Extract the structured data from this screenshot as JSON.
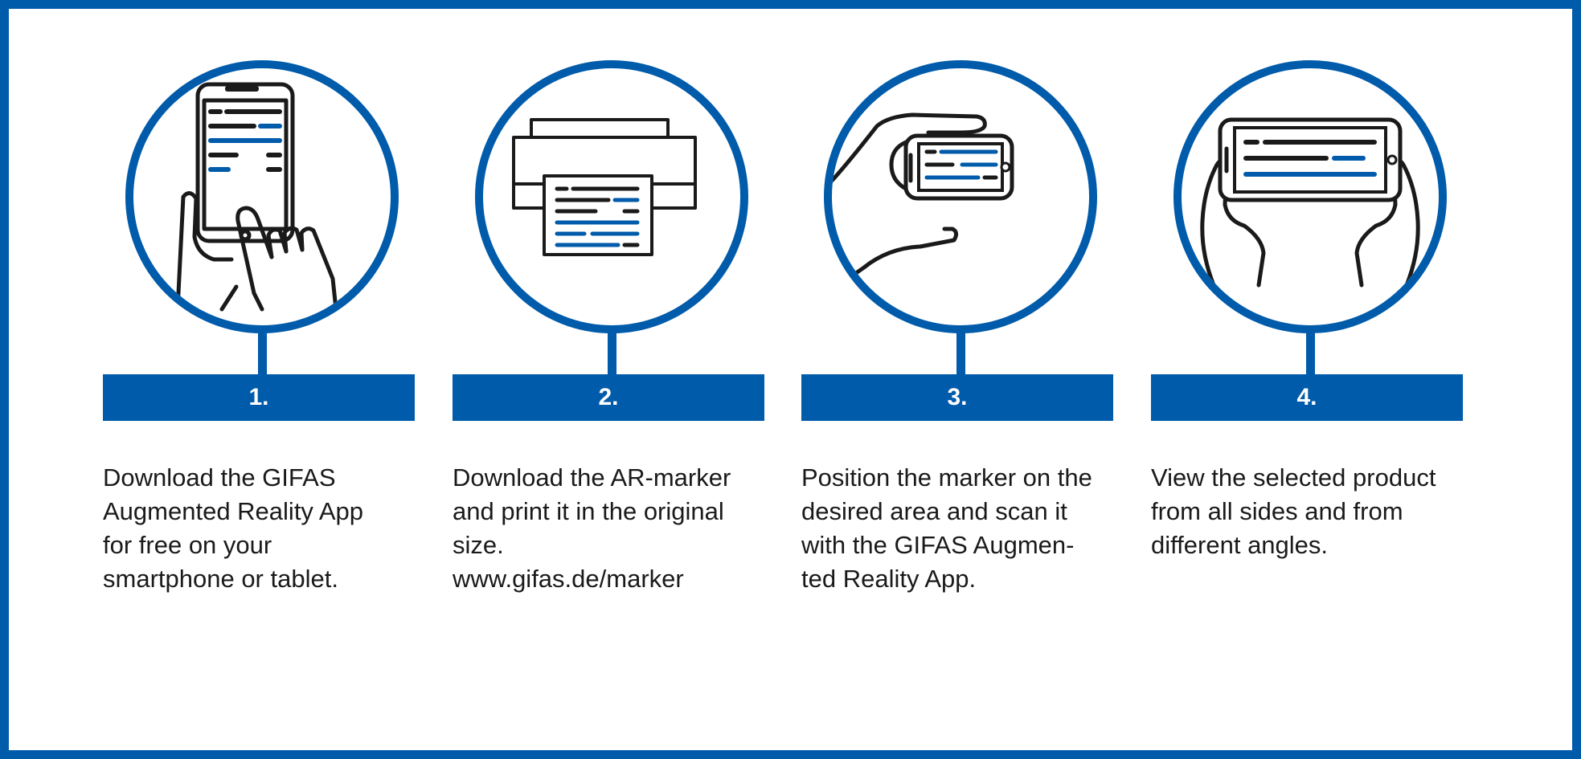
{
  "colors": {
    "accent": "#005baa",
    "ink": "#1a1a1a",
    "background": "#ffffff"
  },
  "steps": [
    {
      "number": "1.",
      "icon": "hand-tapping-smartphone-icon",
      "lines": [
        "Download the GIFAS",
        "Augmented Reality App",
        "for free on your",
        "smartphone or tablet."
      ]
    },
    {
      "number": "2.",
      "icon": "printer-icon",
      "lines": [
        "Download the AR-marker",
        "and print it in the original",
        "size.",
        "www.gifas.de/marker"
      ]
    },
    {
      "number": "3.",
      "icon": "hand-holding-phone-icon",
      "lines": [
        "Position the marker on the",
        "desired area and scan it",
        "with the GIFAS Augmen-",
        "ted Reality App."
      ]
    },
    {
      "number": "4.",
      "icon": "hands-holding-tablet-icon",
      "lines": [
        "View the selected product",
        "from all sides and from",
        "different angles."
      ]
    }
  ]
}
